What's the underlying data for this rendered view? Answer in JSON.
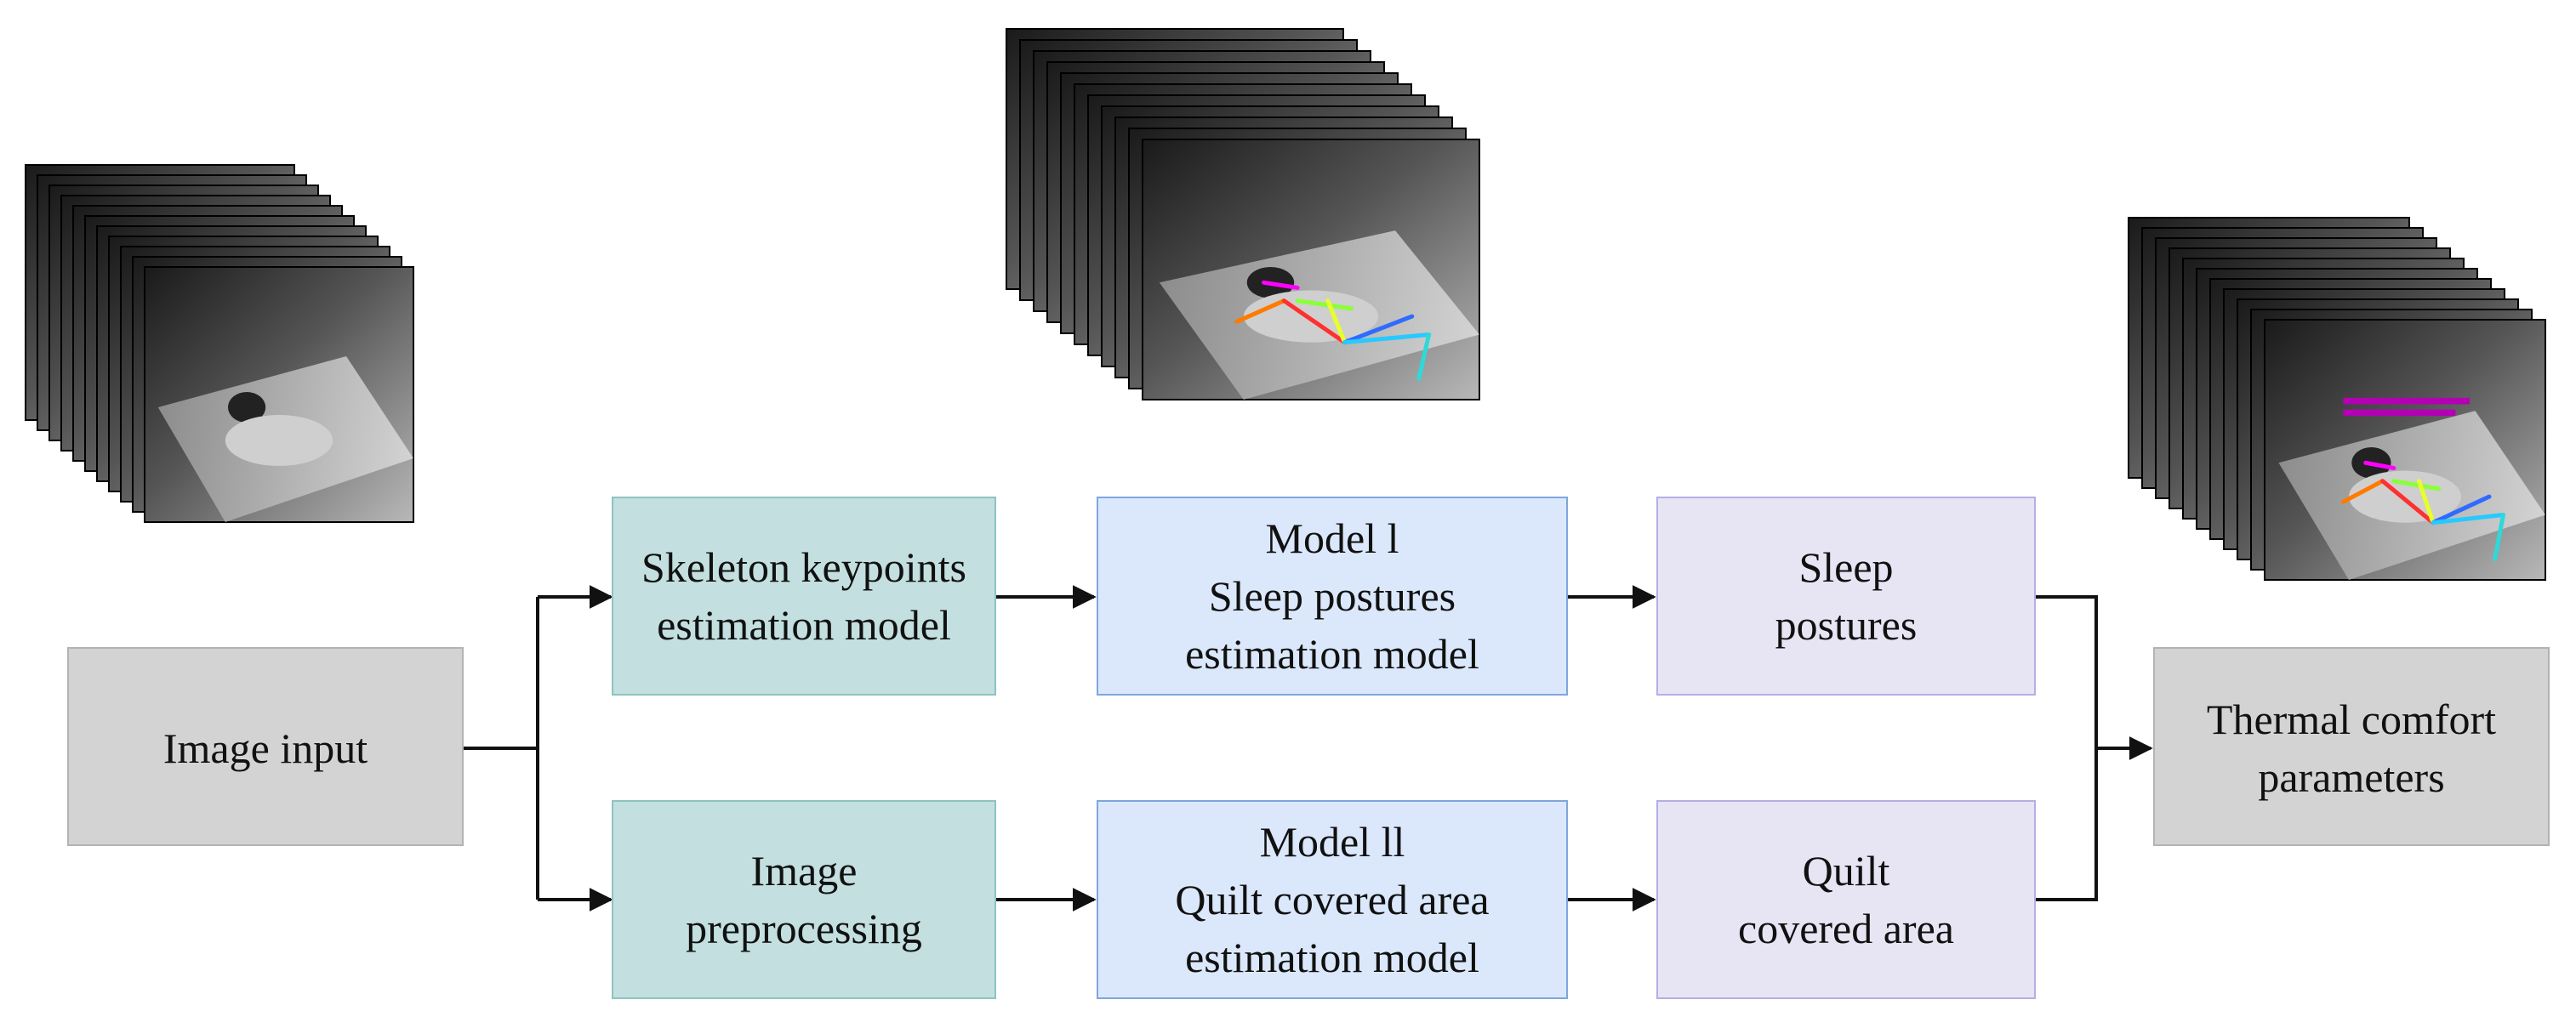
{
  "colors": {
    "gray_fill": "#d3d3d3",
    "gray_stroke": "#b3b3b3",
    "teal_fill": "#c3dfdf",
    "teal_stroke": "#8ec3c0",
    "blue_fill": "#dbe8fb",
    "blue_stroke": "#7ea6dc",
    "lavender_fill": "#e7e5f3",
    "lavender_stroke": "#b3b0e3",
    "arrow": "#111111"
  },
  "nodes": {
    "image_input": {
      "lines": [
        "Image input"
      ]
    },
    "skeleton_model": {
      "lines": [
        "Skeleton keypoints",
        "estimation model"
      ]
    },
    "image_preprocessing": {
      "lines": [
        "Image",
        "preprocessing"
      ]
    },
    "model_1": {
      "lines": [
        "Model l",
        "Sleep postures",
        "estimation model"
      ]
    },
    "model_2": {
      "lines": [
        "Model ll",
        "Quilt covered area",
        "estimation model"
      ]
    },
    "sleep_postures": {
      "lines": [
        "Sleep",
        "postures"
      ]
    },
    "quilt_area": {
      "lines": [
        "Quilt",
        "covered area"
      ]
    },
    "thermal_comfort": {
      "lines": [
        "Thermal comfort",
        "parameters"
      ]
    }
  },
  "images": {
    "input_stack": {
      "content": "infrared frames of sleeping person",
      "overlay": "none"
    },
    "skeleton_stack": {
      "content": "infrared frames with skeleton keypoints",
      "overlay": "skeleton"
    },
    "output_stack": {
      "content": "infrared frames with skeleton and magenta labels",
      "overlay": "skeleton-with-labels"
    }
  }
}
